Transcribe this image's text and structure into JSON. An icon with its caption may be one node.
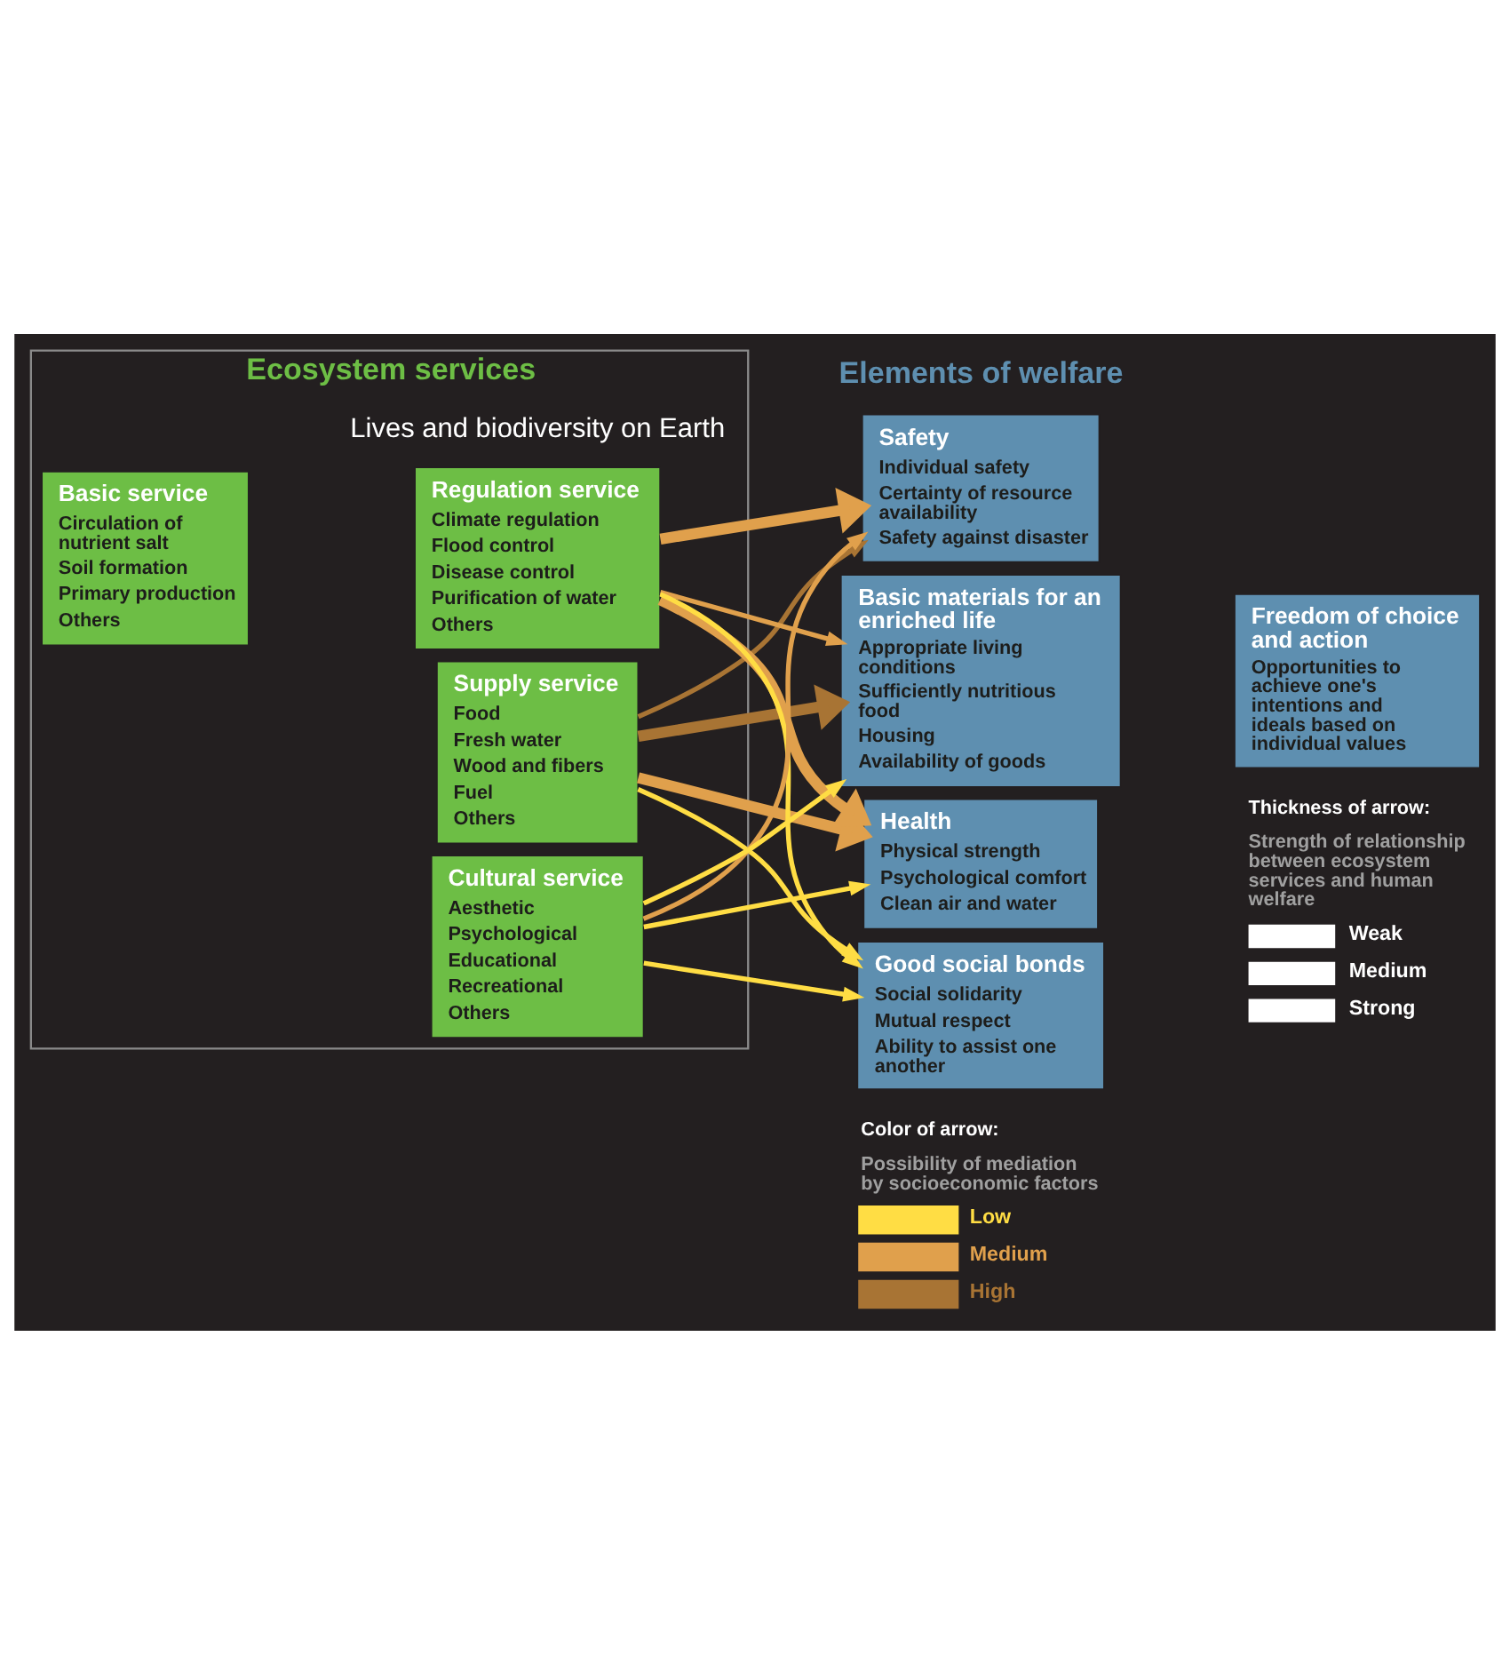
{
  "diagram": {
    "nodes": [
      {
        "text": [
          "Ecosystem services"
        ]
      },
      {
        "text": [
          "Basic service",
          "Circulation of nutrient salt",
          "Soil formation",
          "Primary production",
          "Others"
        ],
        "in": 0
      },
      {
        "text": [
          "Supply service",
          "Food",
          "Fresh water",
          "Wood and fibers",
          "Fuel",
          "Others"
        ],
        "in": 0
      },
      {
        "text": [
          "Regulation service",
          "Climate regulation",
          "Flood control",
          "Disease control",
          "Purification of water",
          "Others"
        ],
        "in": 0
      },
      {
        "text": [
          "Cultural service",
          "Aesthetic",
          "Psychological",
          "Educational",
          "Recreational",
          "Others"
        ],
        "in": 0
      },
      {
        "text": [
          "Safety",
          "Individual safety",
          "Certainty of resource availability",
          "Safety against disaster"
        ]
      },
      {
        "text": [
          "Basic materials for an enriched life",
          "Appropriate living conditions",
          "Sufficiently nutritious food",
          "Housing",
          "Availability of goods"
        ]
      },
      {
        "text": [
          "Health",
          "Physical strength",
          "Psychological comfort",
          "Clean air and water"
        ]
      },
      {
        "text": [
          "Good social bonds",
          "Social solidarity",
          "Mutual respect",
          "Ability to assist one another"
        ]
      },
      {
        "text": [
          "Freedom of choice and action",
          "Opportunities to achieve one's intentions and ideals based on individual values"
        ]
      }
    ],
    "edges": [
      {
        "from": 2,
        "to": 5,
        "arrow": "to",
        "color": "#a87434"
      },
      {
        "from": 2,
        "to": 6,
        "arrow": "to",
        "style": "thick",
        "color": "#a87434"
      },
      {
        "from": 2,
        "to": 7,
        "arrow": "to",
        "style": "thick",
        "color": "#e0a04c"
      },
      {
        "from": 2,
        "to": 8,
        "arrow": "to",
        "color": "#ffdd44"
      },
      {
        "from": 3,
        "to": 5,
        "arrow": "to",
        "style": "thick",
        "color": "#e0a04c"
      },
      {
        "from": 3,
        "to": 6,
        "arrow": "to",
        "color": "#e0a04c"
      },
      {
        "from": 3,
        "to": 7,
        "arrow": "to",
        "style": "thick",
        "color": "#e0a04c"
      },
      {
        "from": 3,
        "to": 8,
        "arrow": "to",
        "color": "#ffdd44"
      },
      {
        "from": 4,
        "to": 5,
        "arrow": "to",
        "color": "#e0a04c"
      },
      {
        "from": 4,
        "to": 6,
        "arrow": "to",
        "color": "#ffdd44"
      },
      {
        "from": 4,
        "to": 7,
        "arrow": "to",
        "color": "#ffdd44"
      },
      {
        "from": 4,
        "to": 8,
        "arrow": "to",
        "color": "#ffdd44"
      }
    ],
    "labels": [
      "Elements of welfare",
      "Lives and biodiversity on Earth",
      "Color of arrow:",
      "Possibility of mediation by socioeconomic factors",
      "Thickness of arrow:",
      "Strength of relationship between ecosystem services and human welfare"
    ],
    "legend": [
      {
        "text": "Low",
        "color": "#ffdd44"
      },
      {
        "text": "Medium",
        "color": "#e0a04c"
      },
      {
        "text": "High",
        "color": "#a87434"
      },
      {
        "text": "Weak"
      },
      {
        "text": "Medium"
      },
      {
        "text": "Strong"
      }
    ]
  }
}
